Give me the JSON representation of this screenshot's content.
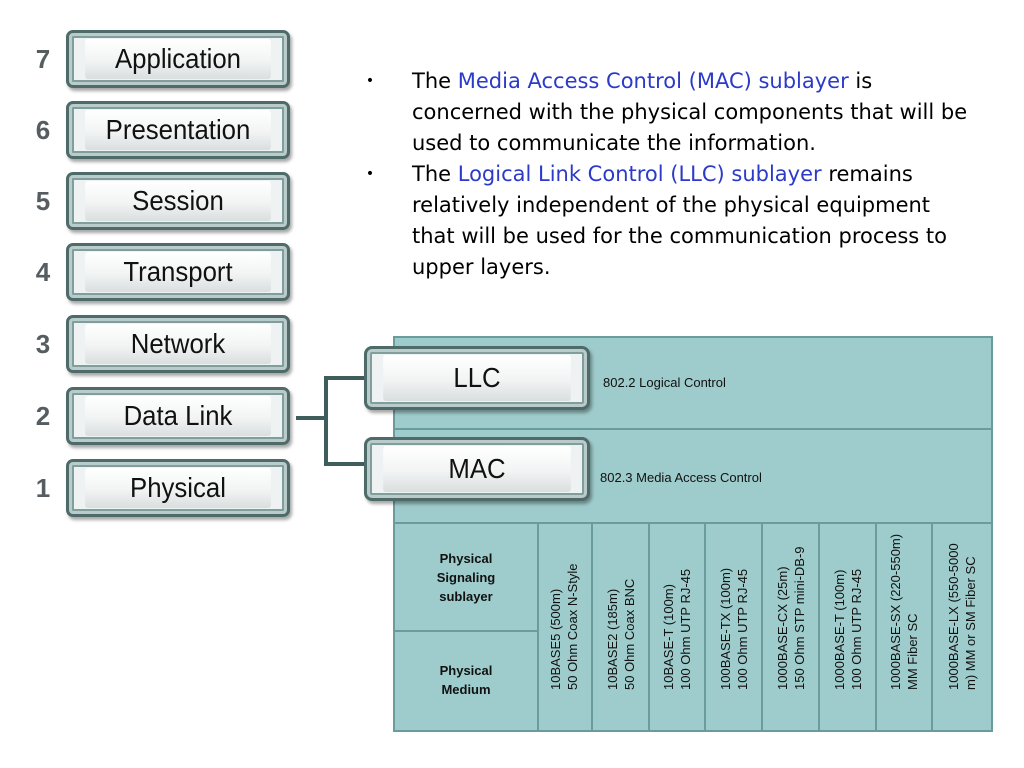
{
  "osi_layers": [
    {
      "number": "7",
      "name": "Application"
    },
    {
      "number": "6",
      "name": "Presentation"
    },
    {
      "number": "5",
      "name": "Session"
    },
    {
      "number": "4",
      "name": "Transport"
    },
    {
      "number": "3",
      "name": "Network"
    },
    {
      "number": "2",
      "name": "Data Link"
    },
    {
      "number": "1",
      "name": "Physical"
    }
  ],
  "bullets": [
    {
      "marker": "•",
      "before": "The ",
      "highlight": "Media Access Control (MAC) sublayer",
      "after": " is concerned with the physical components that will be used to communicate the information."
    },
    {
      "marker": "•",
      "before": "The ",
      "highlight": "Logical Link Control (LLC) sublayer",
      "after": " remains relatively independent of the physical equipment that will be used for the communication process to upper layers."
    }
  ],
  "sublayers": {
    "llc": {
      "label": "LLC",
      "description": "802.2 Logical Control"
    },
    "mac": {
      "label": "MAC",
      "description": "802.3 Media Access Control"
    }
  },
  "table": {
    "row_labels": [
      "Physical Signaling sublayer",
      "Physical Medium"
    ],
    "standards": [
      {
        "name": "10BASE5 (500m)",
        "detail": "50 Ohm Coax N-Style"
      },
      {
        "name": "10BASE2 (185m)",
        "detail": "50 Ohm Coax BNC"
      },
      {
        "name": "10BASE-T (100m)",
        "detail": "100 Ohm UTP RJ-45"
      },
      {
        "name": "100BASE-TX (100m)",
        "detail": "100 Ohm UTP RJ-45"
      },
      {
        "name": "1000BASE-CX (25m)",
        "detail": "150 Ohm STP mini-DB-9"
      },
      {
        "name": "1000BASE-T (100m)",
        "detail": "100 Ohm UTP RJ-45"
      },
      {
        "name": "1000BASE-SX (220-550m)",
        "detail": "MM Fiber SC"
      },
      {
        "name": "1000BASE-LX (550-5000m)",
        "detail": "MM or SM Fiber SC",
        "split": [
          "1000BASE-LX (550-5000",
          "m) MM or SM Fiber SC"
        ]
      }
    ]
  },
  "colors": {
    "highlight": "#2b3ac8",
    "table_fill": "#9ecbcb",
    "box_border": "#4e6b6a",
    "connector": "#3e5e5c"
  }
}
